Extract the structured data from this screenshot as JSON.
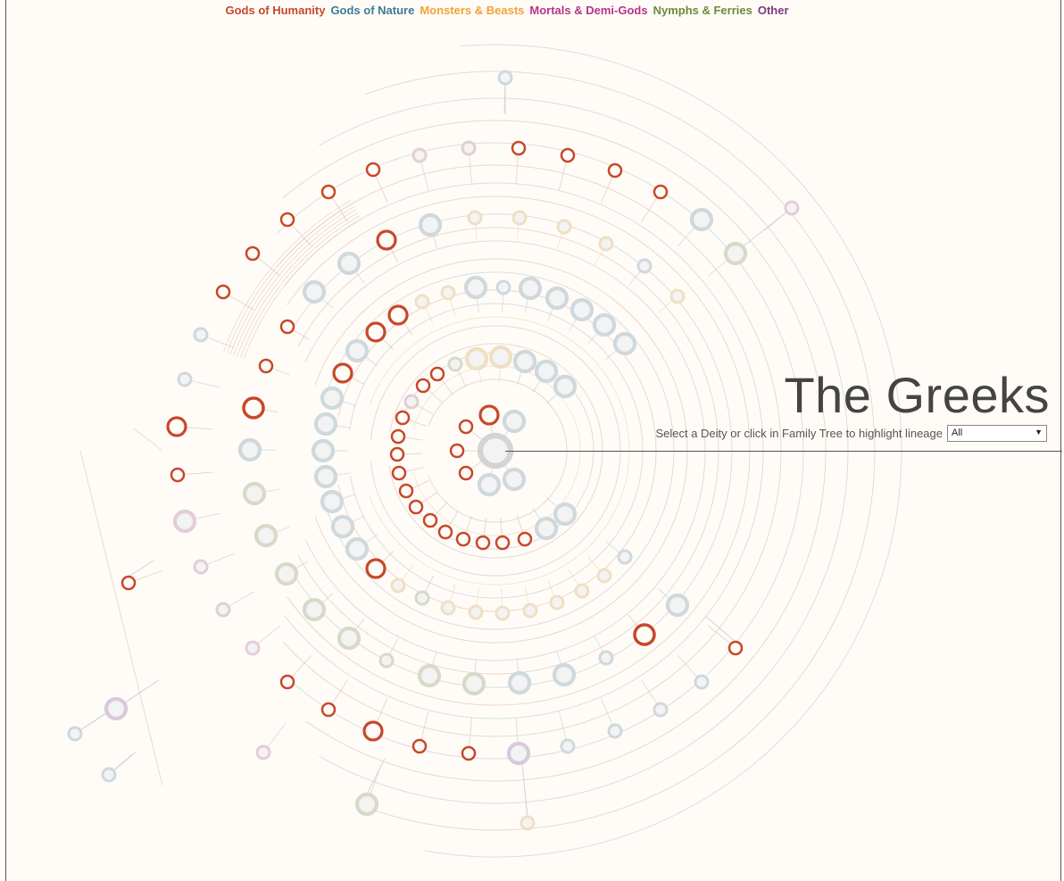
{
  "legend": {
    "items": [
      {
        "label": "Gods of Humanity",
        "color": "#c8472a"
      },
      {
        "label": "Gods of Nature",
        "color": "#3d7a94"
      },
      {
        "label": "Monsters & Beasts",
        "color": "#f0a23a"
      },
      {
        "label": "Mortals & Demi-Gods",
        "color": "#b5348a"
      },
      {
        "label": "Nymphs & Ferries",
        "color": "#6e8a3a"
      },
      {
        "label": "Other",
        "color": "#7c3a7f"
      }
    ]
  },
  "title": "The Greeks",
  "prompt": "Select a Deity or click in Family Tree to highlight lineage",
  "deity_select": {
    "value": "All"
  },
  "palette": {
    "red": "#c8472a",
    "blue": "#cfd8dd",
    "orange": "#f0dfc4",
    "pink": "#e3cdd8",
    "green": "#d7dac9",
    "purple": "#dac8dc",
    "grey": "#d4d4d4",
    "link": "#e3c9c4"
  },
  "root": {
    "color_key": "grey",
    "icon": "root-node"
  },
  "nodes": [
    {
      "c": "red",
      "r": 15
    },
    {
      "c": "blue",
      "r": 15
    },
    {
      "c": "blue",
      "r": 15
    },
    {
      "c": "blue",
      "r": 15
    },
    {
      "c": "red",
      "r": 15
    }
  ]
}
